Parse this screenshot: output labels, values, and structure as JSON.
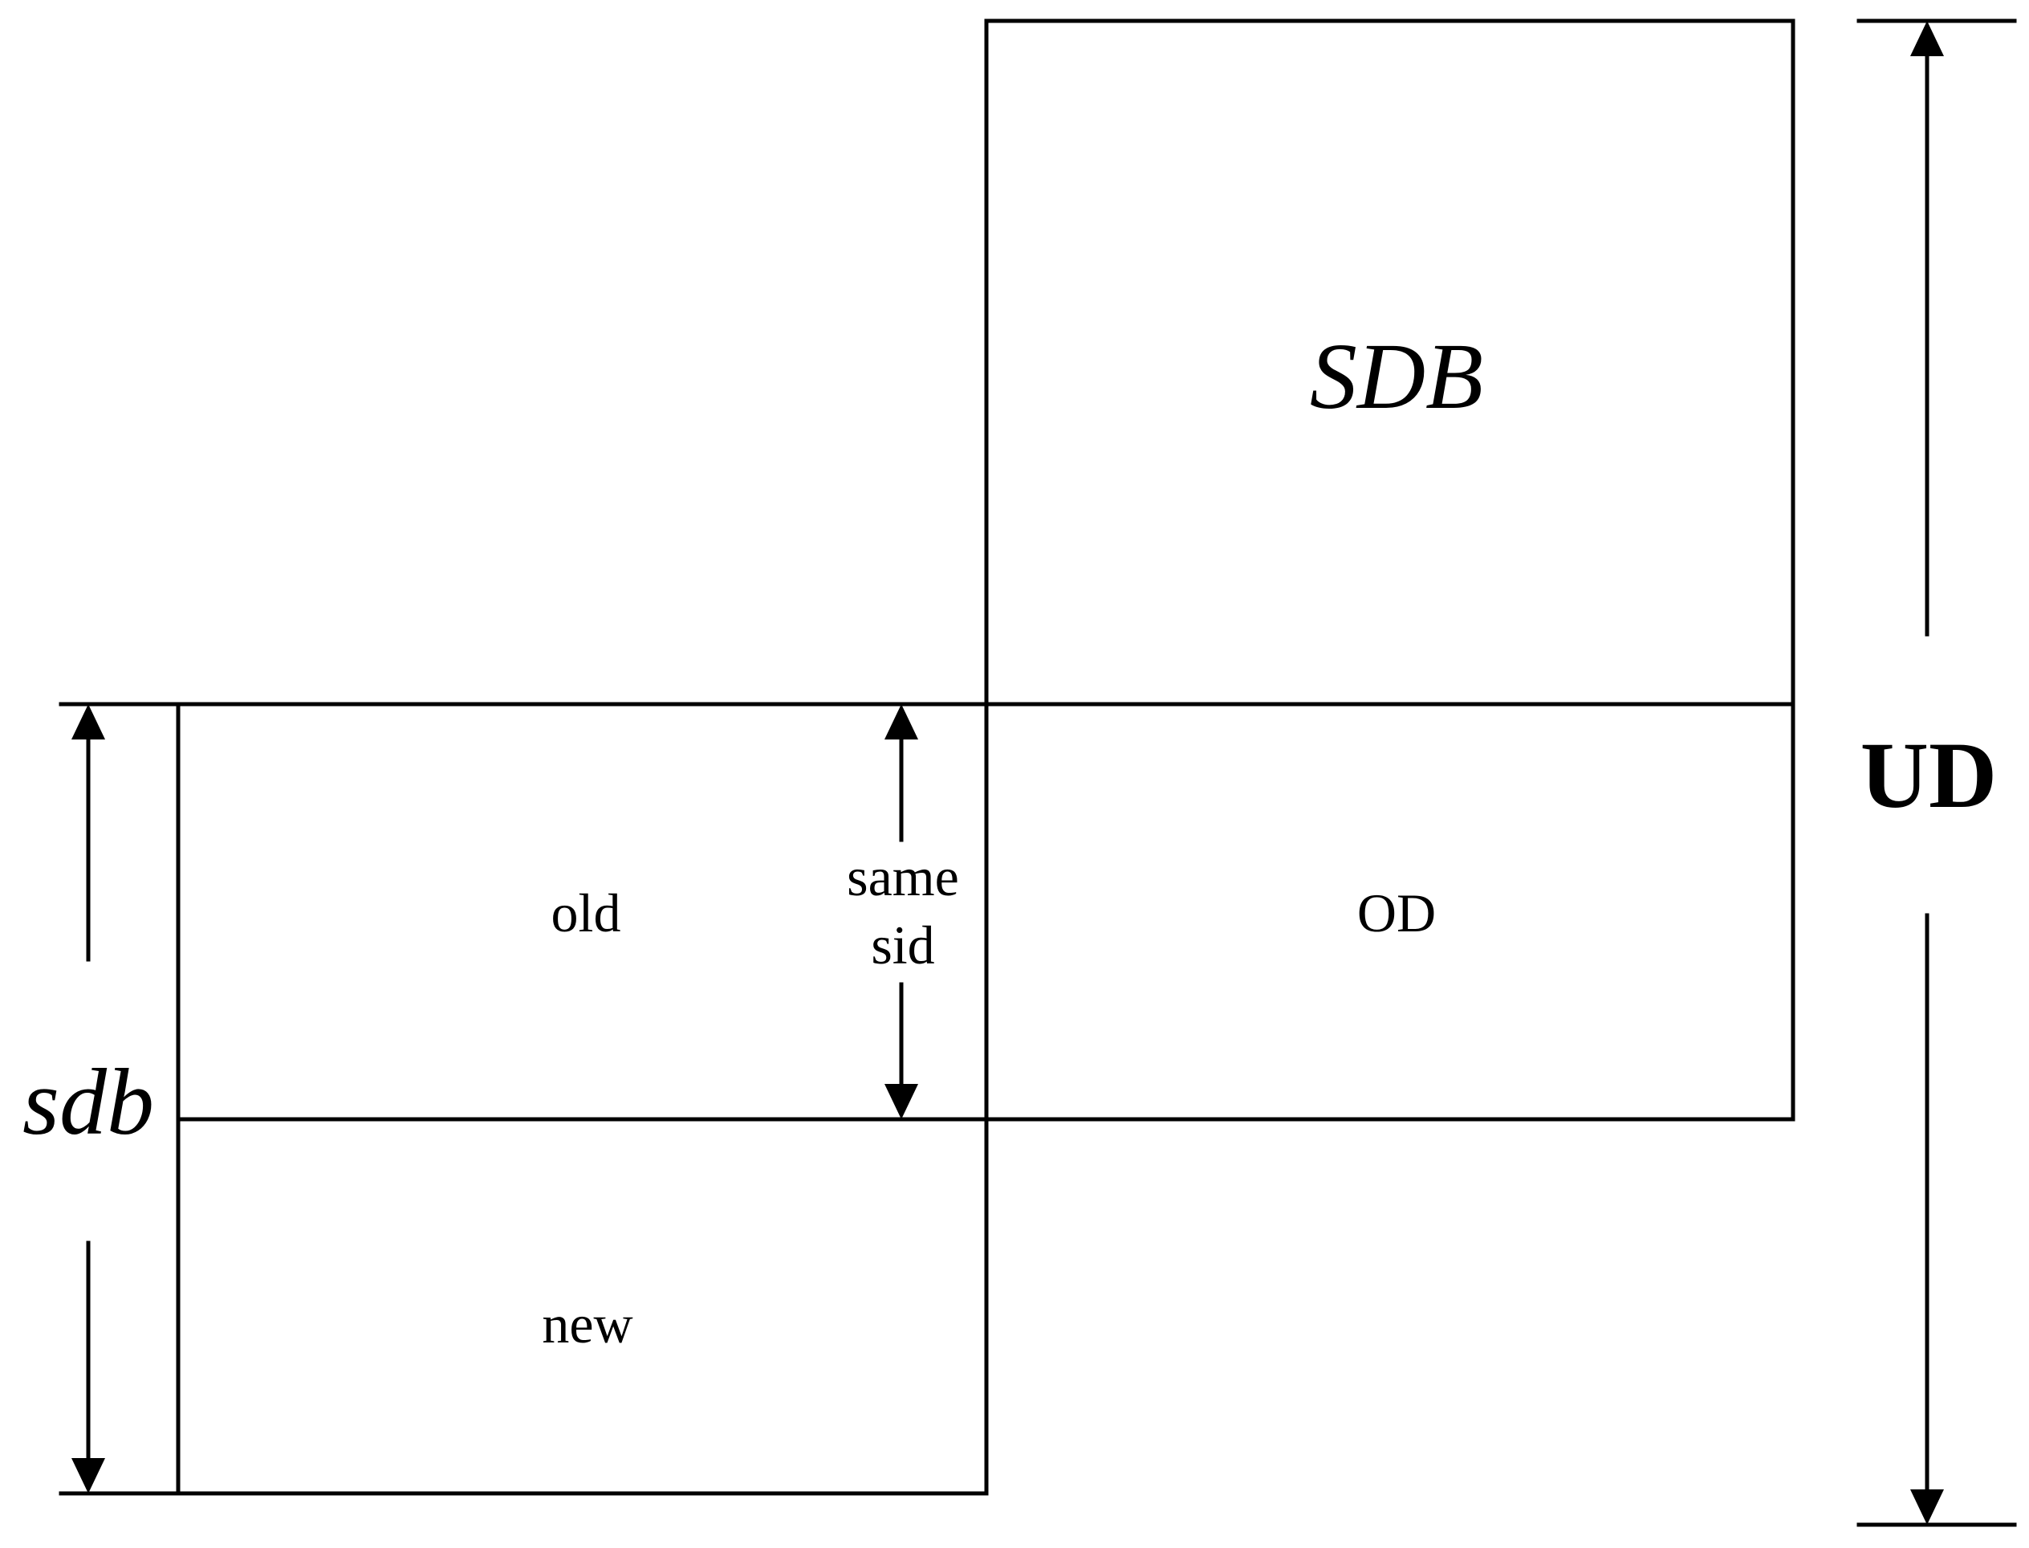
{
  "labels": {
    "sdb_upper": "SDB",
    "ud": "UD",
    "sdb_lower": "sdb",
    "old": "old",
    "od": "OD",
    "new": "new",
    "same_line1": "same",
    "same_line2": "sid"
  },
  "colors": {
    "stroke": "#000000",
    "background": "#ffffff"
  }
}
